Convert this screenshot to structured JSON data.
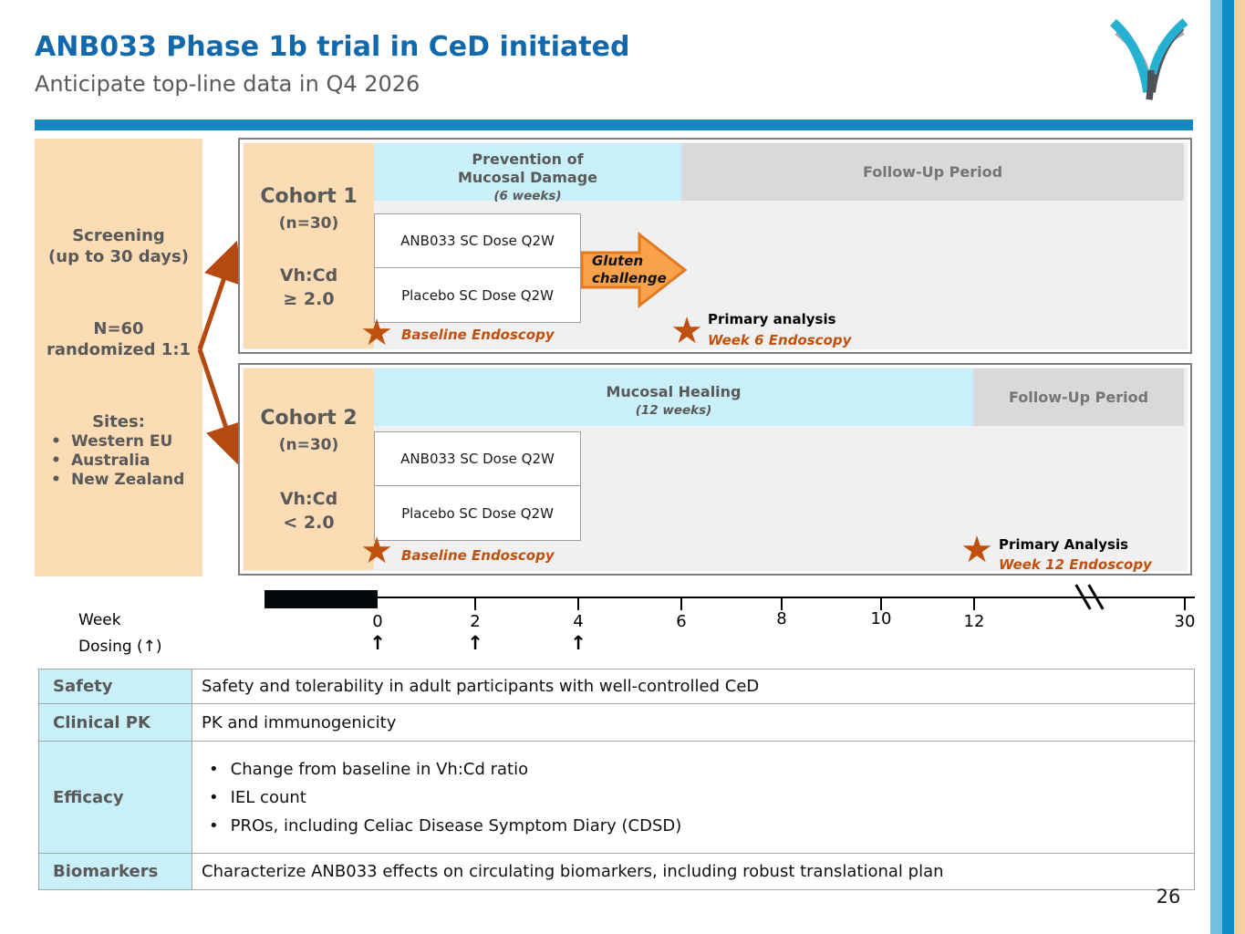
{
  "slide": {
    "title": "ANB033 Phase 1b trial in CeD initiated",
    "subtitle": "Anticipate top-line data in Q4 2026",
    "page_number": "26"
  },
  "icons": {
    "star": "★",
    "up_arrow": "↑",
    "bullet": "•",
    "logo": "anaptys-wings-logo"
  },
  "colors": {
    "title_blue": "#1169ac",
    "divider_blue": "#1489c0",
    "peach": "#fbdcb4",
    "cyan": "#c9eff9",
    "band_gray": "#d9d9d9",
    "panel_gray": "#f0f0f0",
    "dark_gray_text": "#595959",
    "endoscopy_orange": "#c0500e",
    "gluten_fill": "#f9a24b",
    "gluten_stroke": "#e2791f",
    "arrow_brown": "#b5490f",
    "stripe_light_blue": "#72c0df",
    "stripe_blue": "#0f8dc4",
    "stripe_peach": "#f5cf9e"
  },
  "screening": {
    "line1": "Screening",
    "line2": "(up to 30 days)",
    "n_line1": "N=60",
    "n_line2": "randomized 1:1",
    "sites_heading": "Sites:",
    "sites": [
      "Western EU",
      "Australia",
      "New Zealand"
    ]
  },
  "cohort1": {
    "name": "Cohort 1",
    "n": "(n=30)",
    "criteria_line1": "Vh:Cd",
    "criteria_line2": "≥ 2.0",
    "phase_line1": "Prevention of",
    "phase_line2": "Mucosal Damage",
    "phase_duration": "(6 weeks)",
    "followup_label": "Follow-Up Period",
    "arm1": "ANB033 SC Dose Q2W",
    "arm2": "Placebo SC Dose Q2W",
    "gluten_line1": "Gluten",
    "gluten_line2": "challenge",
    "baseline_label": "Baseline Endoscopy",
    "primary_label": "Primary analysis",
    "primary_sub": "Week 6 Endoscopy"
  },
  "cohort2": {
    "name": "Cohort 2",
    "n": "(n=30)",
    "criteria_line1": "Vh:Cd",
    "criteria_line2": "< 2.0",
    "phase_line1": "Mucosal Healing",
    "phase_duration": "(12 weeks)",
    "followup_label": "Follow-Up Period",
    "arm1": "ANB033 SC Dose Q2W",
    "arm2": "Placebo SC Dose Q2W",
    "baseline_label": "Baseline Endoscopy",
    "primary_label": "Primary Analysis",
    "primary_sub": "Week 12 Endoscopy"
  },
  "timeline": {
    "week_label": "Week",
    "dosing_label": "Dosing (↑)",
    "dosing_glyph": "↑",
    "tick_labels": [
      "0",
      "2",
      "4",
      "6",
      "8",
      "10",
      "12",
      "30"
    ]
  },
  "table": {
    "rows": [
      {
        "label": "Safety",
        "text": "Safety and tolerability in adult participants with well-controlled CeD"
      },
      {
        "label": "Clinical PK",
        "text": "PK and immunogenicity"
      },
      {
        "label": "Efficacy",
        "bullets": [
          "Change from baseline in Vh:Cd ratio",
          "IEL count",
          "PROs, including Celiac Disease Symptom Diary (CDSD)"
        ]
      },
      {
        "label": "Biomarkers",
        "text": "Characterize ANB033 effects on circulating biomarkers, including robust translational plan"
      }
    ]
  }
}
